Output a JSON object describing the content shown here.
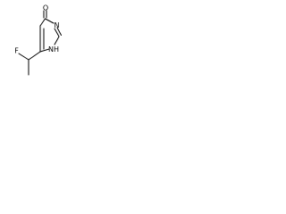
{
  "molecule": {
    "atoms": {
      "oxygen": "O",
      "nitrogen_top": "N",
      "nitrogen_bottom": "NH",
      "fluorine": "F"
    }
  },
  "colors": {
    "bond": "#000000",
    "atom_label": "#000000",
    "background": "#ffffff"
  }
}
